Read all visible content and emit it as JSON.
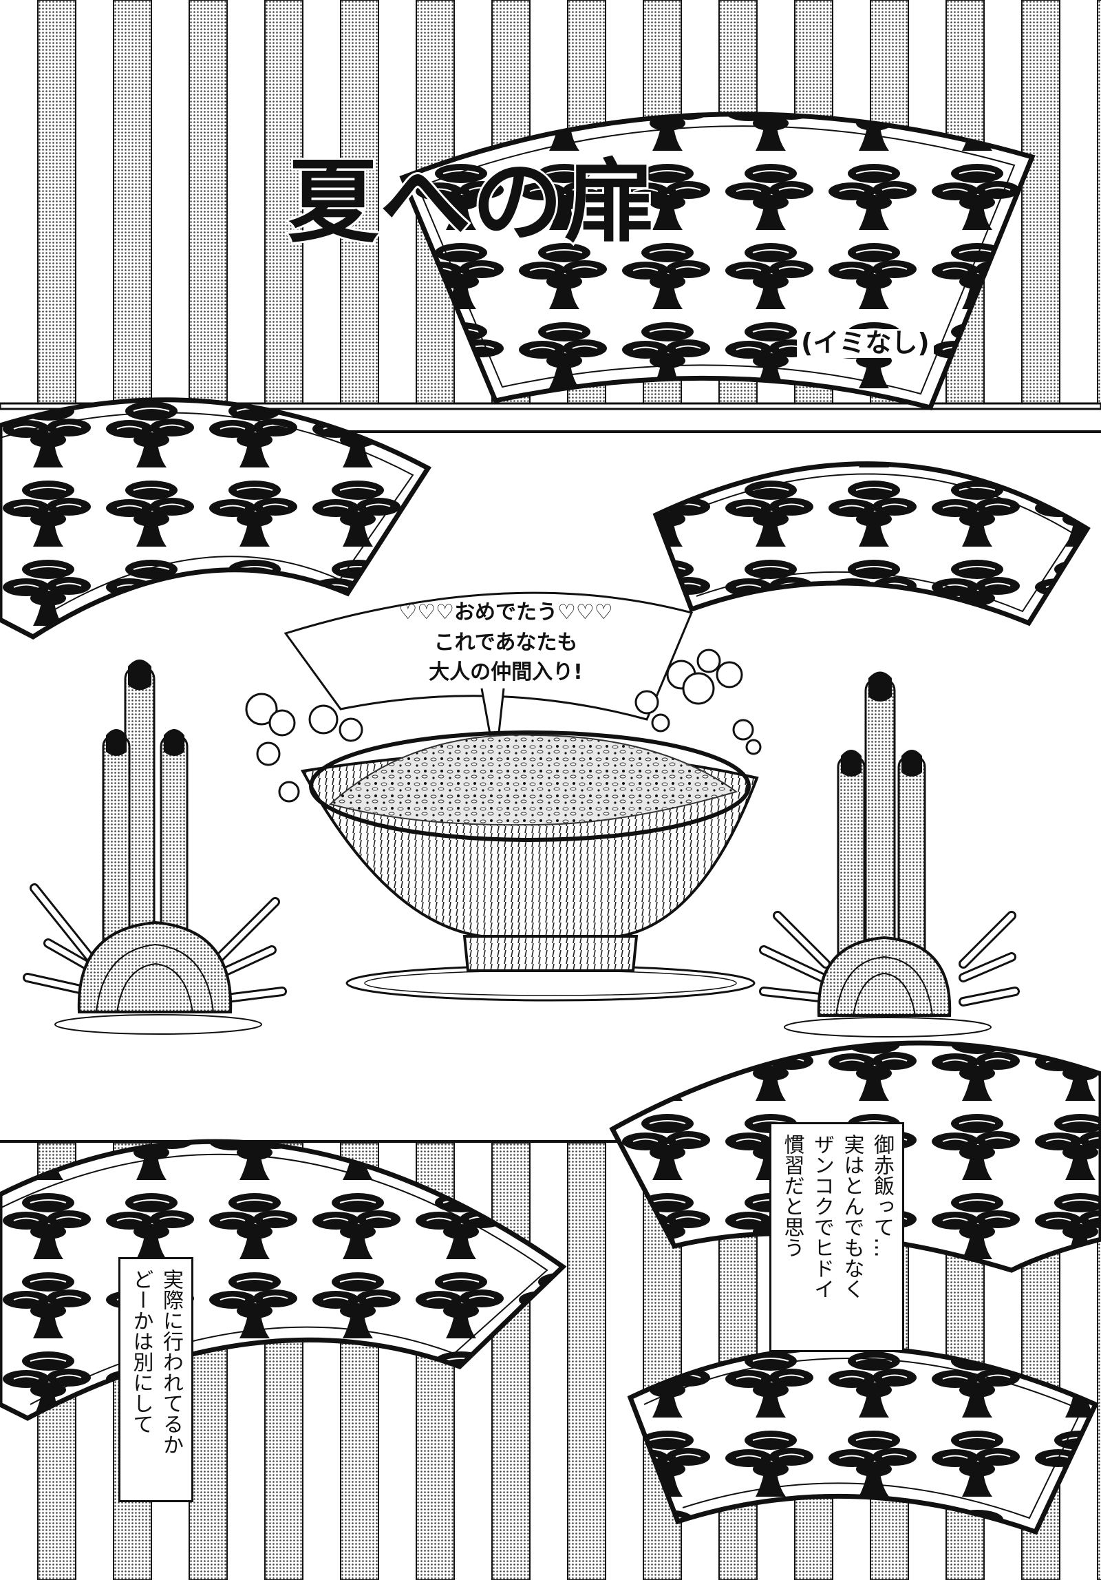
{
  "page": {
    "title": "夏への扉",
    "subtitle": "(イミなし)",
    "banner_lines": [
      "♡♡♡おめでたう♡♡♡",
      "これであなたも",
      "大人の仲間入り!"
    ],
    "caption_left_lines": [
      "実際に行われてるか",
      "どーかは別にして"
    ],
    "caption_right_lines": [
      "御赤飯って…",
      "実はとんでもなく",
      "ザンコクでヒドイ",
      "慣習だと思う"
    ]
  },
  "colors": {
    "ink": "#111111",
    "paper": "#ffffff",
    "tone": "#cfcfcf"
  },
  "icons": [
    "pine-pattern-fan",
    "kadomatsu-bamboo",
    "rice-bowl",
    "steam-cloud",
    "heart"
  ]
}
